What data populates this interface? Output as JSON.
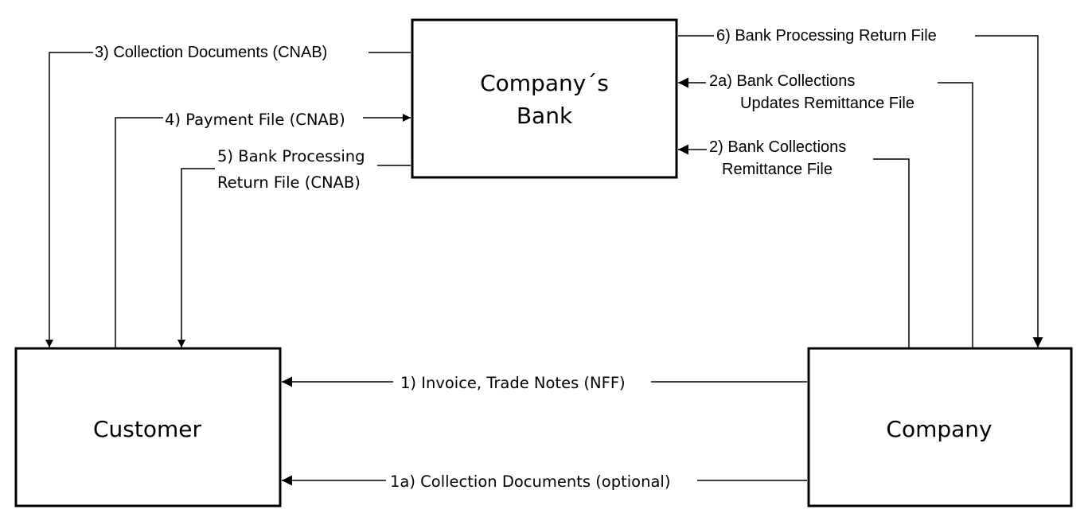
{
  "nodes": {
    "bank": {
      "line1": "Company´s",
      "line2": "Bank"
    },
    "customer": {
      "label": "Customer"
    },
    "company": {
      "label": "Company"
    }
  },
  "edges": {
    "e1": {
      "label": "1) Invoice, Trade Notes (NFF)"
    },
    "e1a": {
      "label": "1a) Collection Documents (optional)"
    },
    "e2": {
      "line1": "2) Bank Collections",
      "line2": "Remittance File"
    },
    "e2a": {
      "line1": "2a) Bank Collections",
      "line2": "Updates Remittance File"
    },
    "e3": {
      "label": "3) Collection Documents (CNAB)"
    },
    "e4": {
      "label": "4) Payment File (CNAB)"
    },
    "e5": {
      "line1": "5) Bank  Processing",
      "line2": "Return File (CNAB)"
    },
    "e6": {
      "label": "6) Bank Processing Return File"
    }
  },
  "colors": {
    "stroke": "#000000",
    "background": "#ffffff"
  }
}
